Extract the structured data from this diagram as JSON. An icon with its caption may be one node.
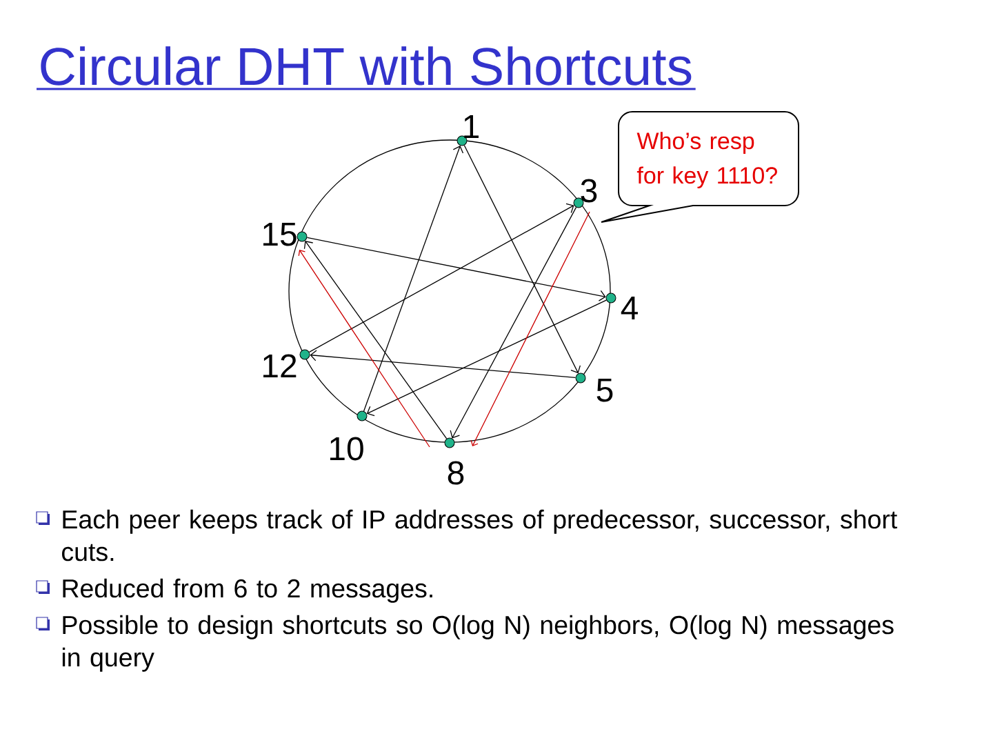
{
  "diagram": {
    "title": "Circular DHT with Shortcuts",
    "nodes": [
      {
        "text": [
          "1"
        ]
      },
      {
        "text": [
          "3"
        ]
      },
      {
        "text": [
          "15"
        ]
      },
      {
        "text": [
          "4"
        ]
      },
      {
        "text": [
          "12"
        ]
      },
      {
        "text": [
          "5"
        ]
      },
      {
        "text": [
          "10"
        ]
      },
      {
        "text": [
          "8"
        ]
      },
      {
        "text": [
          "Who’s resp for key 1110?"
        ]
      }
    ],
    "edges": [
      {
        "from": 0,
        "to": 5,
        "arrow": "to"
      },
      {
        "from": 6,
        "to": 0,
        "arrow": "to"
      },
      {
        "from": 1,
        "to": 7,
        "arrow": "to"
      },
      {
        "from": 4,
        "to": 1,
        "arrow": "to"
      },
      {
        "from": 2,
        "to": 3,
        "arrow": "to"
      },
      {
        "from": 3,
        "to": 6,
        "arrow": "to"
      },
      {
        "from": 5,
        "to": 4,
        "arrow": "to"
      },
      {
        "from": 7,
        "to": 2,
        "arrow": "to"
      },
      {
        "from": 1,
        "to": 7,
        "arrow": "to",
        "color": "#cc0000"
      },
      {
        "from": 7,
        "to": 2,
        "arrow": "to",
        "color": "#cc0000"
      }
    ],
    "labels": [
      "Each peer keeps track of IP addresses of predecessor, successor, short cuts.",
      "Reduced from 6 to 2 messages.",
      "Possible to design shortcuts so O(log N) neighbors, O(log N) messages in query"
    ]
  }
}
